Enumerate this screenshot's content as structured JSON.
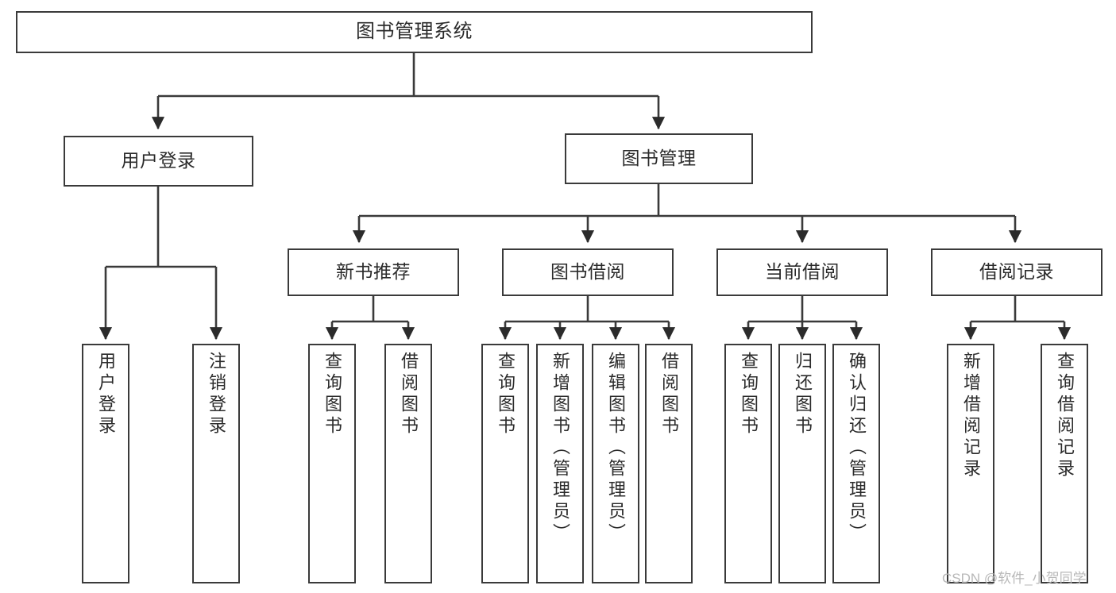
{
  "diagram": {
    "type": "tree-hierarchy",
    "title": "图书管理系统",
    "root": {
      "id": "root",
      "label": "图书管理系统"
    },
    "level1": [
      {
        "id": "user-login",
        "label": "用户登录"
      },
      {
        "id": "book-management",
        "label": "图书管理"
      }
    ],
    "level2": [
      {
        "id": "new-book-recommend",
        "label": "新书推荐",
        "parent": "book-management"
      },
      {
        "id": "book-borrow",
        "label": "图书借阅",
        "parent": "book-management"
      },
      {
        "id": "current-borrow",
        "label": "当前借阅",
        "parent": "book-management"
      },
      {
        "id": "borrow-record",
        "label": "借阅记录",
        "parent": "book-management"
      }
    ],
    "leaves": {
      "user-login": [
        {
          "id": "leaf-user-login",
          "label": "用户登录"
        },
        {
          "id": "leaf-logout",
          "label": "注销登录"
        }
      ],
      "new-book-recommend": [
        {
          "id": "leaf-query-book-1",
          "label": "查询图书"
        },
        {
          "id": "leaf-borrow-book-1",
          "label": "借阅图书"
        }
      ],
      "book-borrow": [
        {
          "id": "leaf-query-book-2",
          "label": "查询图书"
        },
        {
          "id": "leaf-add-book",
          "label": "新增图书（管理员）"
        },
        {
          "id": "leaf-edit-book",
          "label": "编辑图书（管理员）"
        },
        {
          "id": "leaf-borrow-book-2",
          "label": "借阅图书"
        }
      ],
      "current-borrow": [
        {
          "id": "leaf-query-book-3",
          "label": "查询图书"
        },
        {
          "id": "leaf-return-book",
          "label": "归还图书"
        },
        {
          "id": "leaf-confirm-return",
          "label": "确认归还（管理员）"
        }
      ],
      "borrow-record": [
        {
          "id": "leaf-add-record",
          "label": "新增借阅记录"
        },
        {
          "id": "leaf-query-record",
          "label": "查询借阅记录"
        }
      ]
    }
  },
  "watermark": {
    "text": "CSDN @软件_小贺同学"
  },
  "colors": {
    "stroke": "#3a3a3a",
    "text": "#2b2b2b",
    "background": "#ffffff",
    "watermark": "#b8b8b8"
  }
}
